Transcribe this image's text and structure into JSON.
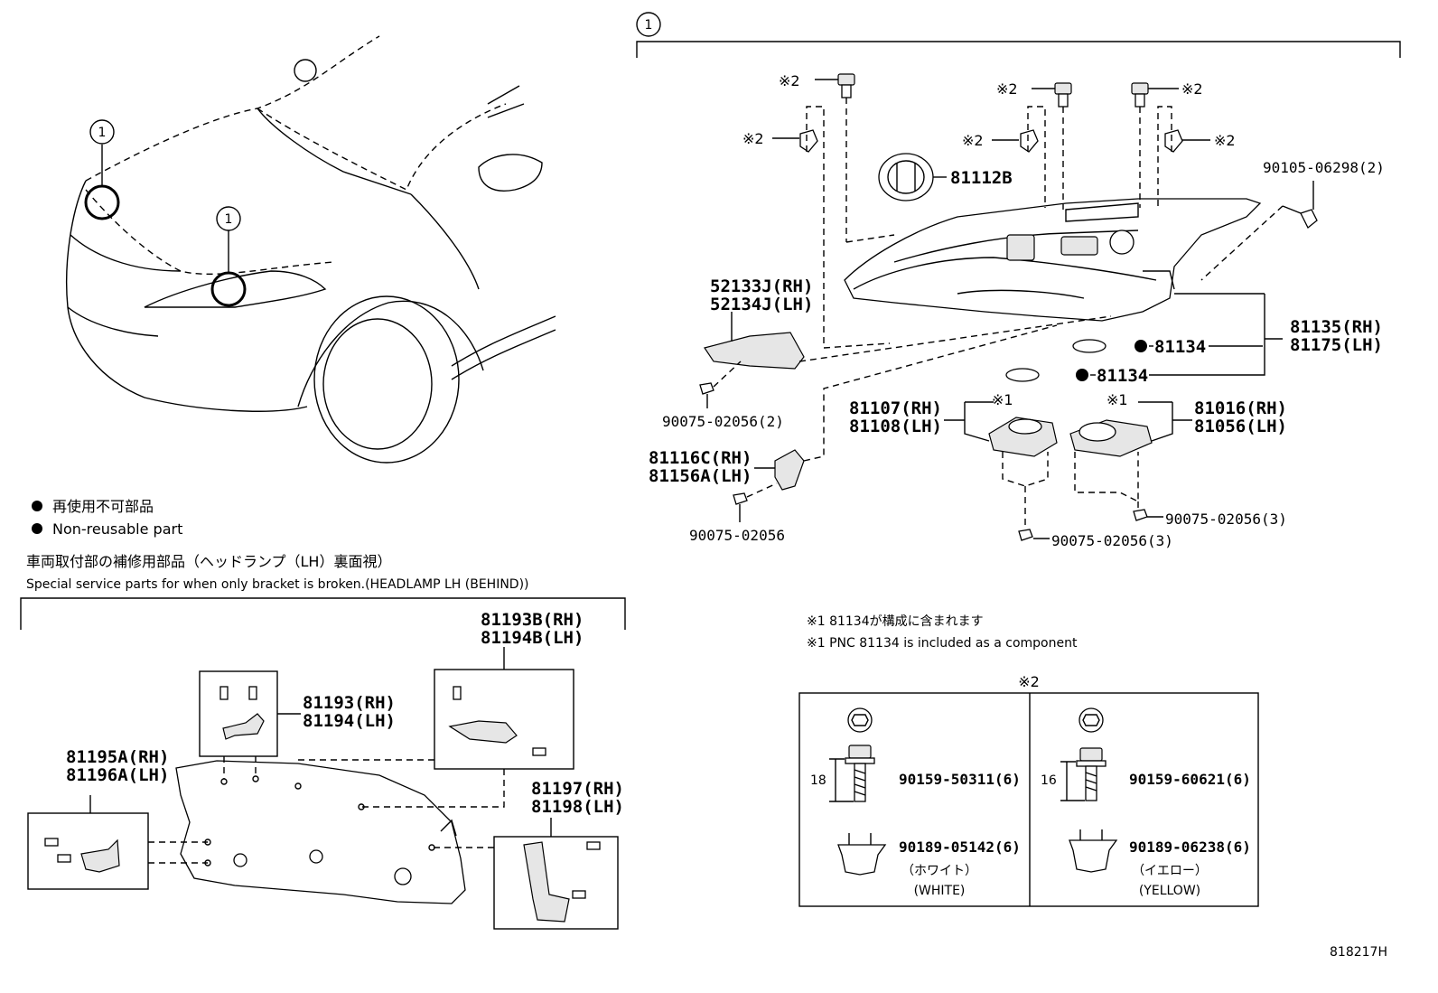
{
  "diagram_ref": "818217H",
  "callout_num": "1",
  "note_symbol": "※1",
  "note_symbol2": "※2",
  "legend": {
    "jp": "再使用不可部品",
    "en": "Non-reusable part"
  },
  "special": {
    "jp": "車両取付部の補修用部品（ヘッドランプ（LH）裏面視）",
    "en": "Special service parts for when only bracket is broken.(HEADLAMP LH (BEHIND))"
  },
  "component_note": {
    "jp": "※1 81134が構成に含まれます",
    "en": "※1 PNC 81134 is included as a component"
  },
  "parts": {
    "p81112B": "81112B",
    "p52133J": "52133J(RH)",
    "p52134J": "52134J(LH)",
    "p90075_02056_2": "90075-02056(2)",
    "p90105": "90105-06298(2)",
    "p81134a": "81134",
    "p81134b": "81134",
    "p81135": "81135(RH)",
    "p81175": "81175(LH)",
    "p81107": "81107(RH)",
    "p81108": "81108(LH)",
    "p81016": "81016(RH)",
    "p81056": "81056(LH)",
    "p81116C": "81116C(RH)",
    "p81156A": "81156A(LH)",
    "p90075_02056": "90075-02056",
    "p90075_3a": "90075-02056(3)",
    "p90075_3b": "90075-02056(3)",
    "p81193B": "81193B(RH)",
    "p81194B": "81194B(LH)",
    "p81193": "81193(RH)",
    "p81194": "81194(LH)",
    "p81195A": "81195A(RH)",
    "p81196A": "81196A(LH)",
    "p81197": "81197(RH)",
    "p81198": "81198(LH)"
  },
  "fastener_table": {
    "left": {
      "dim": "18",
      "bolt": "90159-50311(6)",
      "clip": "90189-05142(6)",
      "color_jp": "（ホワイト）",
      "color_en": "(WHITE)"
    },
    "right": {
      "dim": "16",
      "bolt": "90159-60621(6)",
      "clip": "90189-06238(6)",
      "color_jp": "（イエロー）",
      "color_en": "(YELLOW)"
    }
  }
}
